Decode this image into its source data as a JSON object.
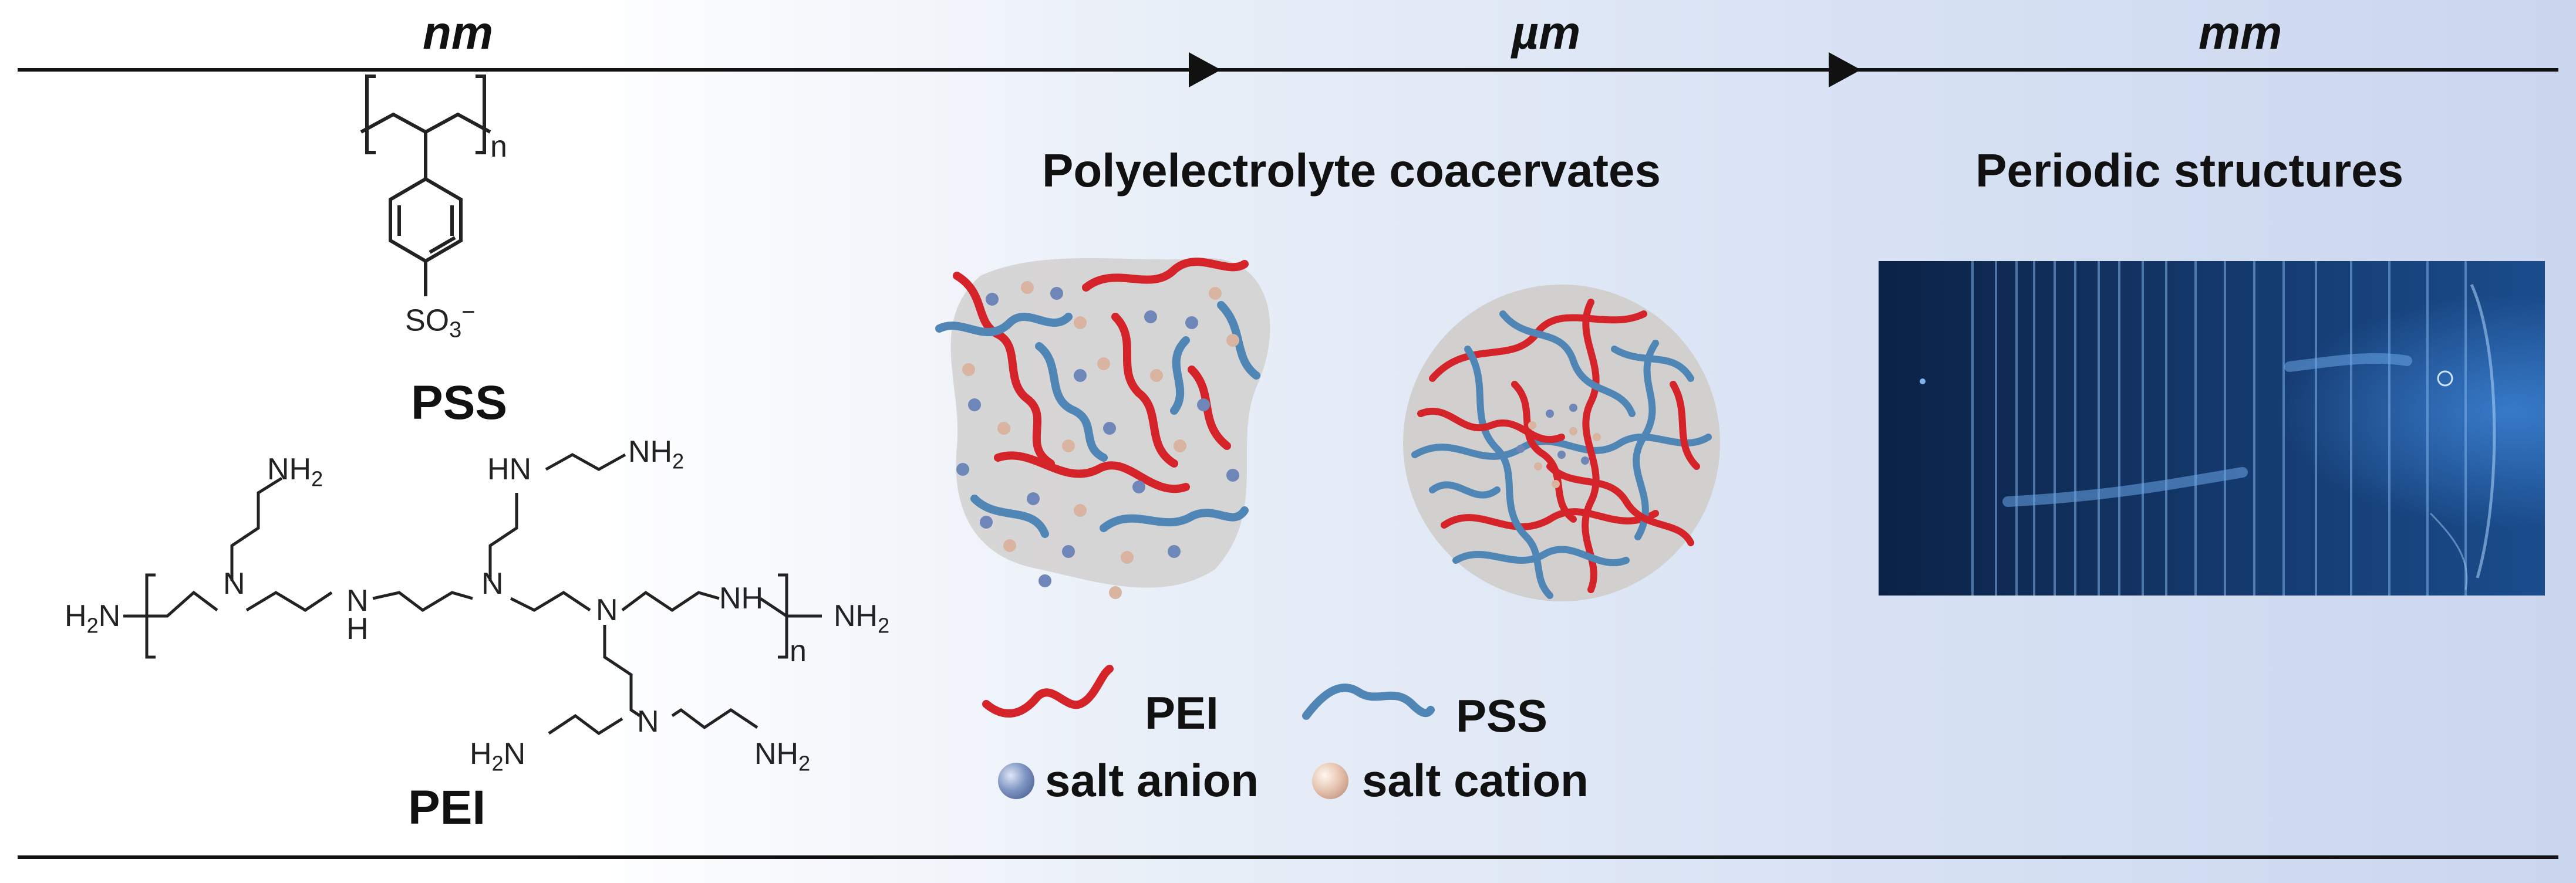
{
  "scale": {
    "nm": "nm",
    "um": "µm",
    "mm": "mm"
  },
  "chemistry": {
    "pss_label": "PSS",
    "pss_group": "SO",
    "pss_sub": "3",
    "pss_charge": "−",
    "pss_repeat": "n",
    "pei_label": "PEI",
    "nh2": "NH",
    "h2n": "H",
    "nh": "NH",
    "n": "N",
    "h": "H",
    "two": "2",
    "repeat": "n"
  },
  "coacervate": {
    "title": "Polyelectrolyte coacervates"
  },
  "periodic": {
    "title": "Periodic structures"
  },
  "legend": {
    "pei": "PEI",
    "pss": "PSS",
    "anion": "salt anion",
    "cation": "salt cation"
  },
  "colors": {
    "pei": "#d4242a",
    "pss": "#4f86b5",
    "anion": "#6f86b8",
    "cation": "#d9b4a0",
    "photo_bg": "#0f2d55"
  }
}
